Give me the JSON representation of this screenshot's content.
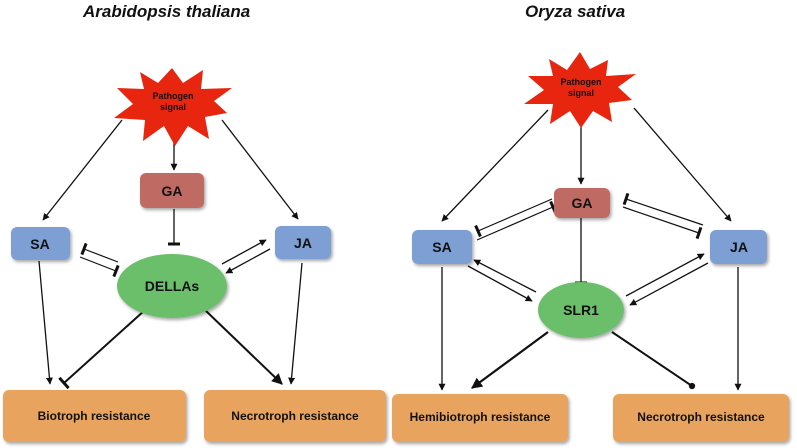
{
  "panels": [
    {
      "title": "Arabidopsis thaliana",
      "pathogen": [
        "Pathogen",
        "signal"
      ],
      "ga": "GA",
      "sa": "SA",
      "ja": "JA",
      "hub": "DELLAs",
      "left_resistance": "Biotroph resistance",
      "right_resistance": "Necrotroph resistance"
    },
    {
      "title": "Oryza sativa",
      "pathogen": [
        "Pathogen",
        "signal"
      ],
      "ga": "GA",
      "sa": "SA",
      "ja": "JA",
      "hub": "SLR1",
      "left_resistance": "Hemibiotroph resistance",
      "right_resistance": "Necrotroph resistance"
    }
  ],
  "colors": {
    "pathogen_fill": "#e8250f",
    "ga_fill": "#bf6a64",
    "hormone_fill": "#7d9fd3",
    "hub_fill": "#6cbf6a",
    "resistance_fill": "#e8a45e",
    "edge": "#111111"
  }
}
